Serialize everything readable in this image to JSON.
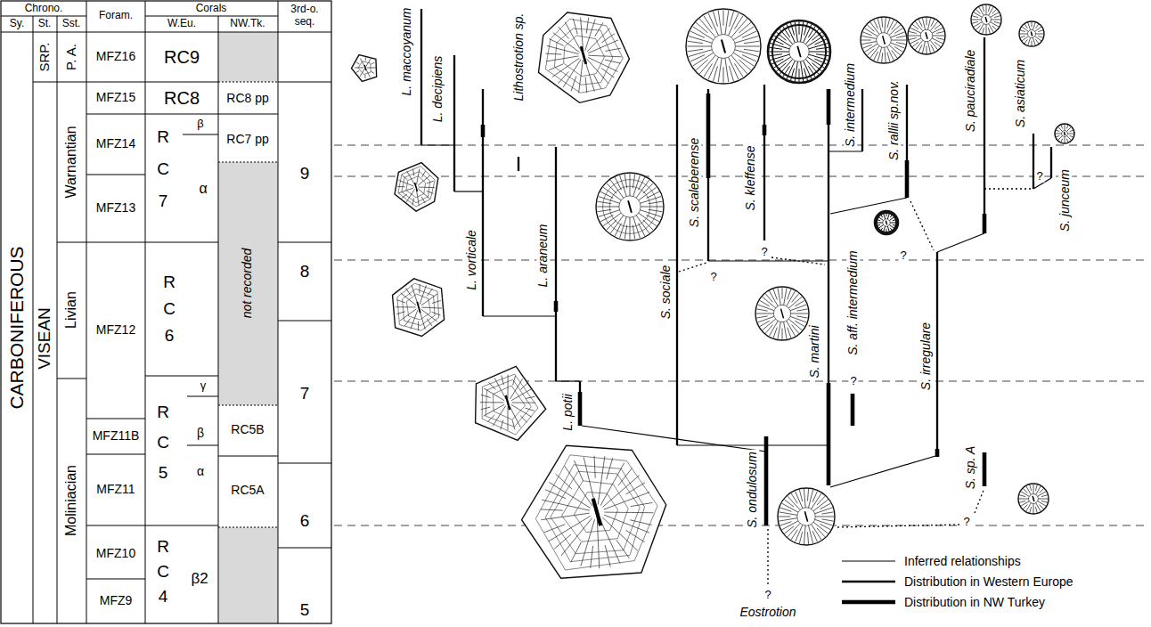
{
  "diagram": {
    "labels": [
      "Chrono.",
      "Foram.",
      "Corals",
      "3rd-o. seq.",
      "Sy.",
      "St.",
      "Sst.",
      "W.Eu.",
      "NW.Tk.",
      "CARBONIFEROUS",
      "SRP.",
      "VISEAN",
      "P. A.",
      "Warnantian",
      "Livian",
      "Moliniacian",
      "MFZ16",
      "MFZ15",
      "MFZ14",
      "MFZ13",
      "MFZ12",
      "MFZ11B",
      "MFZ11",
      "MFZ10",
      "MFZ9",
      "RC9",
      "RC8",
      "RC7",
      "β",
      "α",
      "RC6",
      "RC5",
      "γ",
      "β",
      "α",
      "RC4",
      "β2",
      "RC8 pp",
      "RC7 pp",
      "not recorded",
      "RC5B",
      "RC5A",
      "9",
      "8",
      "7",
      "6",
      "5",
      "L. maccoyanum",
      "L. decipiens",
      "Lithostrotion sp.",
      "L. vorticale",
      "L. araneum",
      "L. potii",
      "S. sociale",
      "S. scaleberense",
      "S. kleffense",
      "S. martini",
      "S. intermedium",
      "S. aff. intermedium",
      "S. rallii sp.nov.",
      "S. irregulare",
      "S. pauciradiale",
      "S. asiaticum",
      "S. junceum",
      "S. ondulosum",
      "S. sp. A",
      "Eostrotion",
      "?",
      "?",
      "?",
      "?",
      "?",
      "?",
      "?"
    ],
    "legend": [
      {
        "text": "Inferred relationships"
      },
      {
        "text": "Distribution in Western Europe"
      },
      {
        "text": "Distribution in NW Turkey"
      }
    ]
  }
}
